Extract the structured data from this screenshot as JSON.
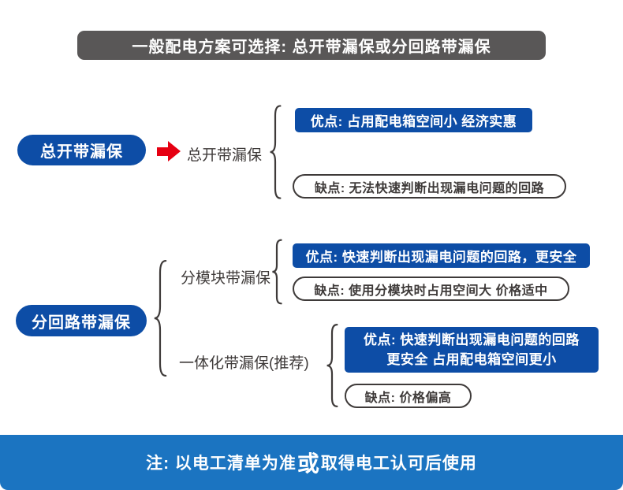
{
  "header": {
    "title": "一般配电方案可选择: 总开带漏保或分回路带漏保"
  },
  "tree": {
    "main_breaker": {
      "root_label": "总开带漏保",
      "node_label": "总开带漏保",
      "pro": "优点: 占用配电箱空间小 经济实惠",
      "con": "缺点: 无法快速判断出现漏电问题的回路"
    },
    "branch_circuit": {
      "root_label": "分回路带漏保",
      "module": {
        "node_label": "分模块带漏保",
        "pro": "优点: 快速判断出现漏电问题的回路，更安全",
        "con": "缺点: 使用分模块时占用空间大 价格适中"
      },
      "integrated": {
        "node_label": "一体化带漏保(推荐)",
        "pro_line1": "优点: 快速判断出现漏电问题的回路",
        "pro_line2": "更安全 占用配电箱空间更小",
        "con": "缺点: 价格偏高"
      }
    }
  },
  "footer": {
    "prefix": "注: 以电工清单为准",
    "emphasis": "或",
    "suffix": "取得电工认可后使用"
  },
  "colors": {
    "node_blue": "#0d4da6",
    "footer_blue": "#1b74c1",
    "header_gray": "#595757",
    "arrow_red": "#e60012"
  }
}
